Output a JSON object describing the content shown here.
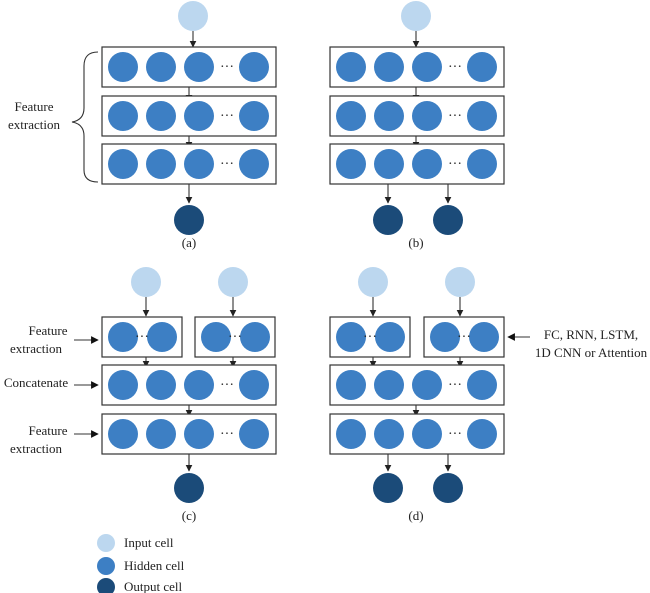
{
  "colors": {
    "input": "#bcd7ef",
    "hidden": "#3d7fc4",
    "output": "#1b4b79",
    "line": "#333333"
  },
  "ellipsis": "···",
  "panels": {
    "a": {
      "caption": "(a)"
    },
    "b": {
      "caption": "(b)"
    },
    "c": {
      "caption": "(c)"
    },
    "d": {
      "caption": "(d)"
    }
  },
  "labels": {
    "feature_extraction_a_line1": "Feature",
    "feature_extraction_a_line2": "extraction",
    "c_feature_extraction_top_line1": "Feature",
    "c_feature_extraction_top_line2": "extraction",
    "c_concatenate": "Concatenate",
    "c_feature_extraction_bottom_line1": "Feature",
    "c_feature_extraction_bottom_line2": "extraction",
    "d_annotation_line1": "FC, RNN, LSTM,",
    "d_annotation_line2": "1D CNN or Attention"
  },
  "legend": {
    "input": "Input cell",
    "hidden": "Hidden cell",
    "output": "Output cell"
  }
}
